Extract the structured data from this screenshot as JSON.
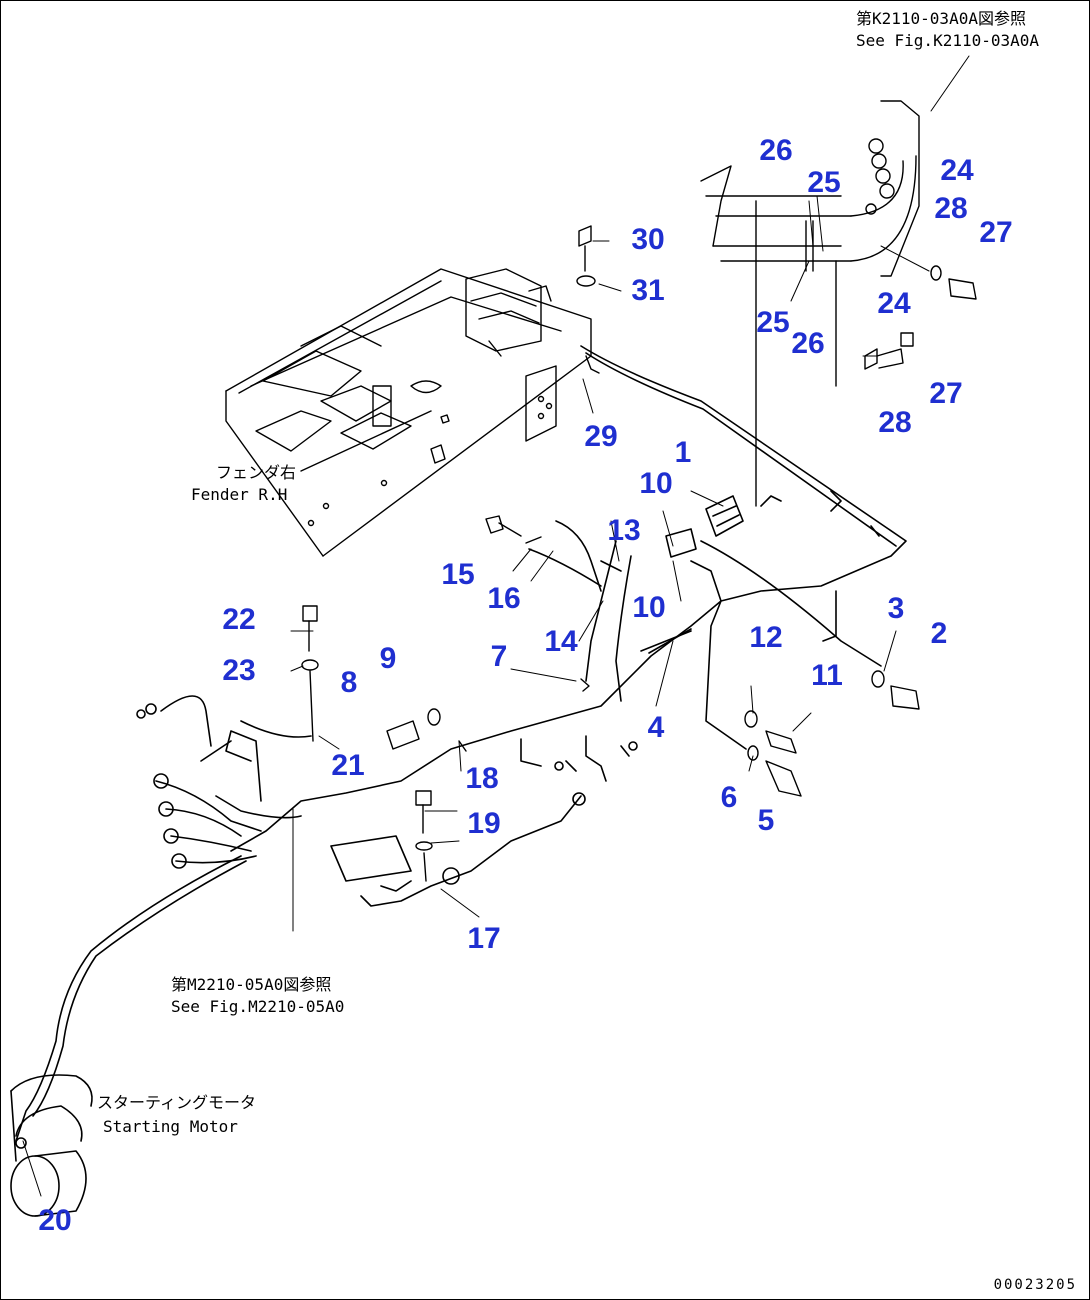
{
  "diagram": {
    "notes": {
      "ref_top_jp": "第K2110-03A0A図参照",
      "ref_top_en": "See Fig.K2110-03A0A",
      "fender_jp": "フェンダ右",
      "fender_en": "Fender R.H",
      "ref_mid_jp": "第M2210-05A0図参照",
      "ref_mid_en": "See Fig.M2210-05A0",
      "starter_jp": "スターティングモータ",
      "starter_en": "Starting Motor"
    },
    "callouts": {
      "c1": "1",
      "c2": "2",
      "c3": "3",
      "c4": "4",
      "c5": "5",
      "c6": "6",
      "c7": "7",
      "c8": "8",
      "c9": "9",
      "c10a": "10",
      "c10b": "10",
      "c11": "11",
      "c12": "12",
      "c13": "13",
      "c14": "14",
      "c15": "15",
      "c16": "16",
      "c17": "17",
      "c18": "18",
      "c19": "19",
      "c20": "20",
      "c21": "21",
      "c22": "22",
      "c23": "23",
      "c24a": "24",
      "c24b": "24",
      "c25a": "25",
      "c25b": "25",
      "c26a": "26",
      "c26b": "26",
      "c27a": "27",
      "c27b": "27",
      "c28a": "28",
      "c28b": "28",
      "c29": "29",
      "c30": "30",
      "c31": "31"
    },
    "document_number": "00023205",
    "colors": {
      "callout": "#1f2fd0",
      "line": "#000000"
    }
  }
}
